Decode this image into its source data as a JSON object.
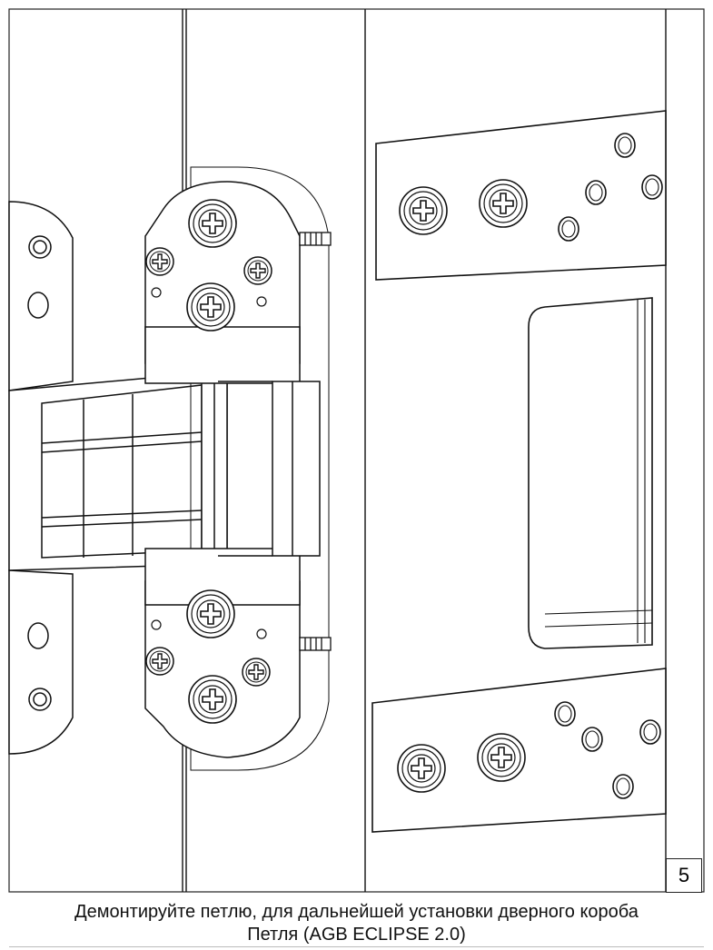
{
  "figure": {
    "step_number": "5",
    "caption_line_1": "Демонтируйте петлю, для дальнейшей установки дверного короба",
    "caption_line_2": "Петля (AGB ECLIPSE 2.0)"
  },
  "style": {
    "line_color": "#111111",
    "background": "#ffffff"
  }
}
